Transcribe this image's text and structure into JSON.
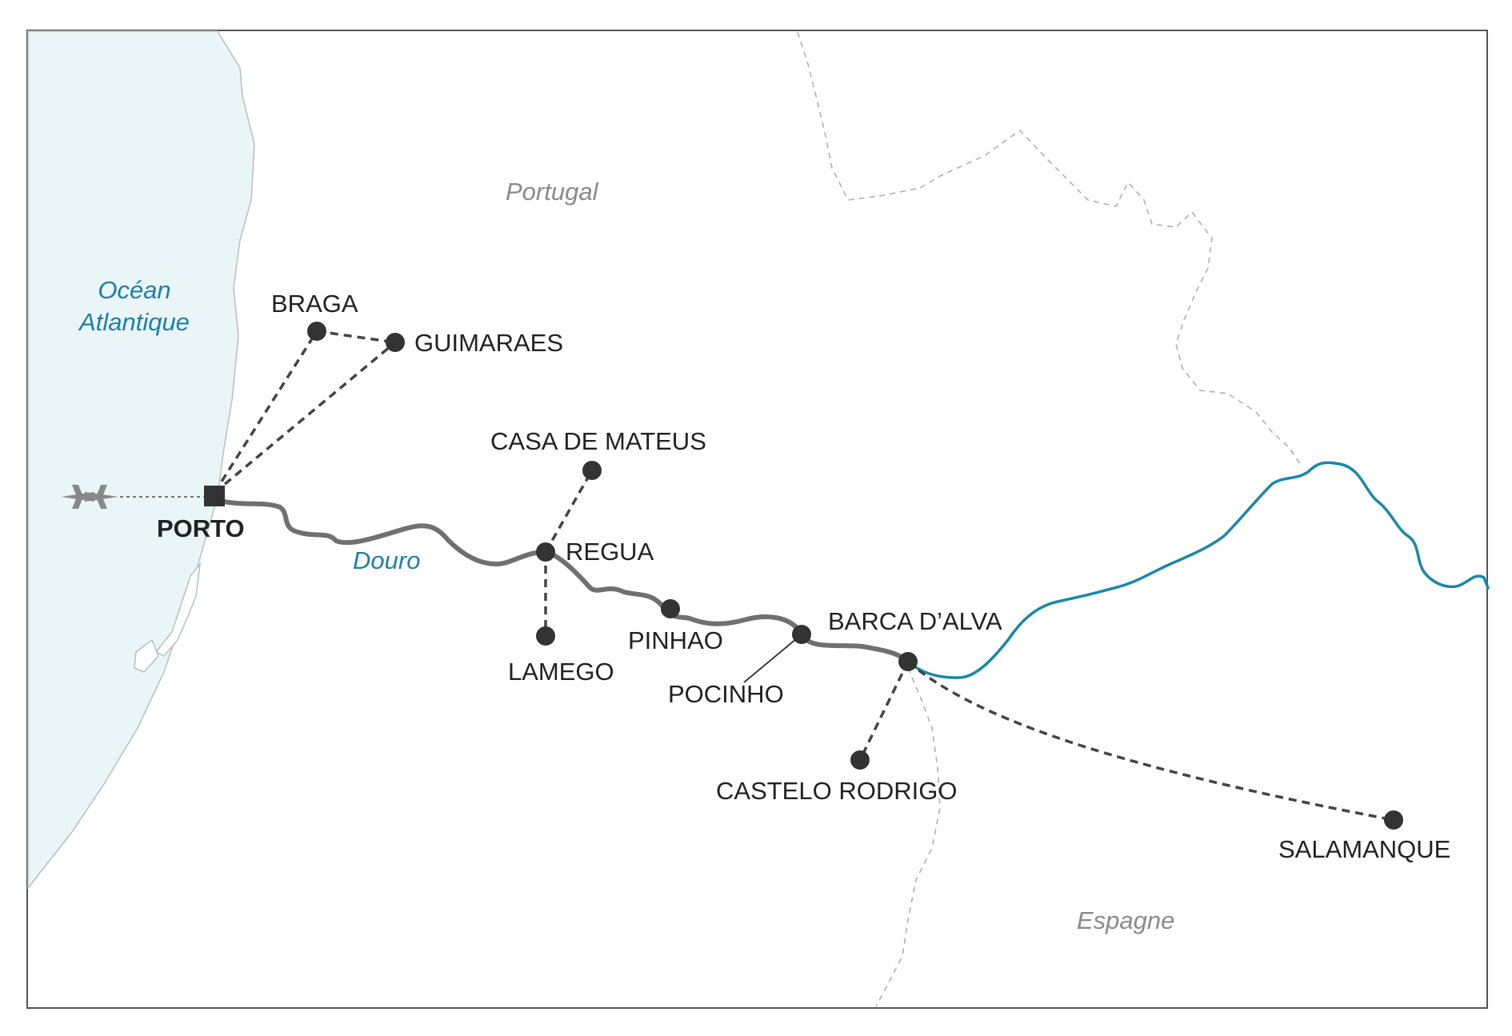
{
  "regions": {
    "portugal": "Portugal",
    "espagne": "Espagne"
  },
  "water": {
    "ocean_line1": "Océan",
    "ocean_line2": "Atlantique",
    "river": "Douro"
  },
  "cities": {
    "porto": "PORTO",
    "braga": "BRAGA",
    "guimaraes": "GUIMARAES",
    "casa_de_mateus": "CASA DE MATEUS",
    "regua": "REGUA",
    "lamego": "LAMEGO",
    "pinhao": "PINHAO",
    "pocinho": "POCINHO",
    "barca_dalva": "BARCA D’ALVA",
    "castelo_rodrigo": "CASTELO RODRIGO",
    "salamanque": "SALAMANQUE"
  },
  "icons": {
    "airport": "airplane-icon",
    "porto_marker": "square-marker",
    "stop_marker": "circle-marker"
  },
  "colors": {
    "sea": "#eaf5f7",
    "coast": "#b5bfc3",
    "river_route": "#707070",
    "river_spain": "#1a87a8",
    "dashed_route": "#444444",
    "marker": "#333333",
    "border": "#b0b0b0",
    "frame": "#555555"
  }
}
